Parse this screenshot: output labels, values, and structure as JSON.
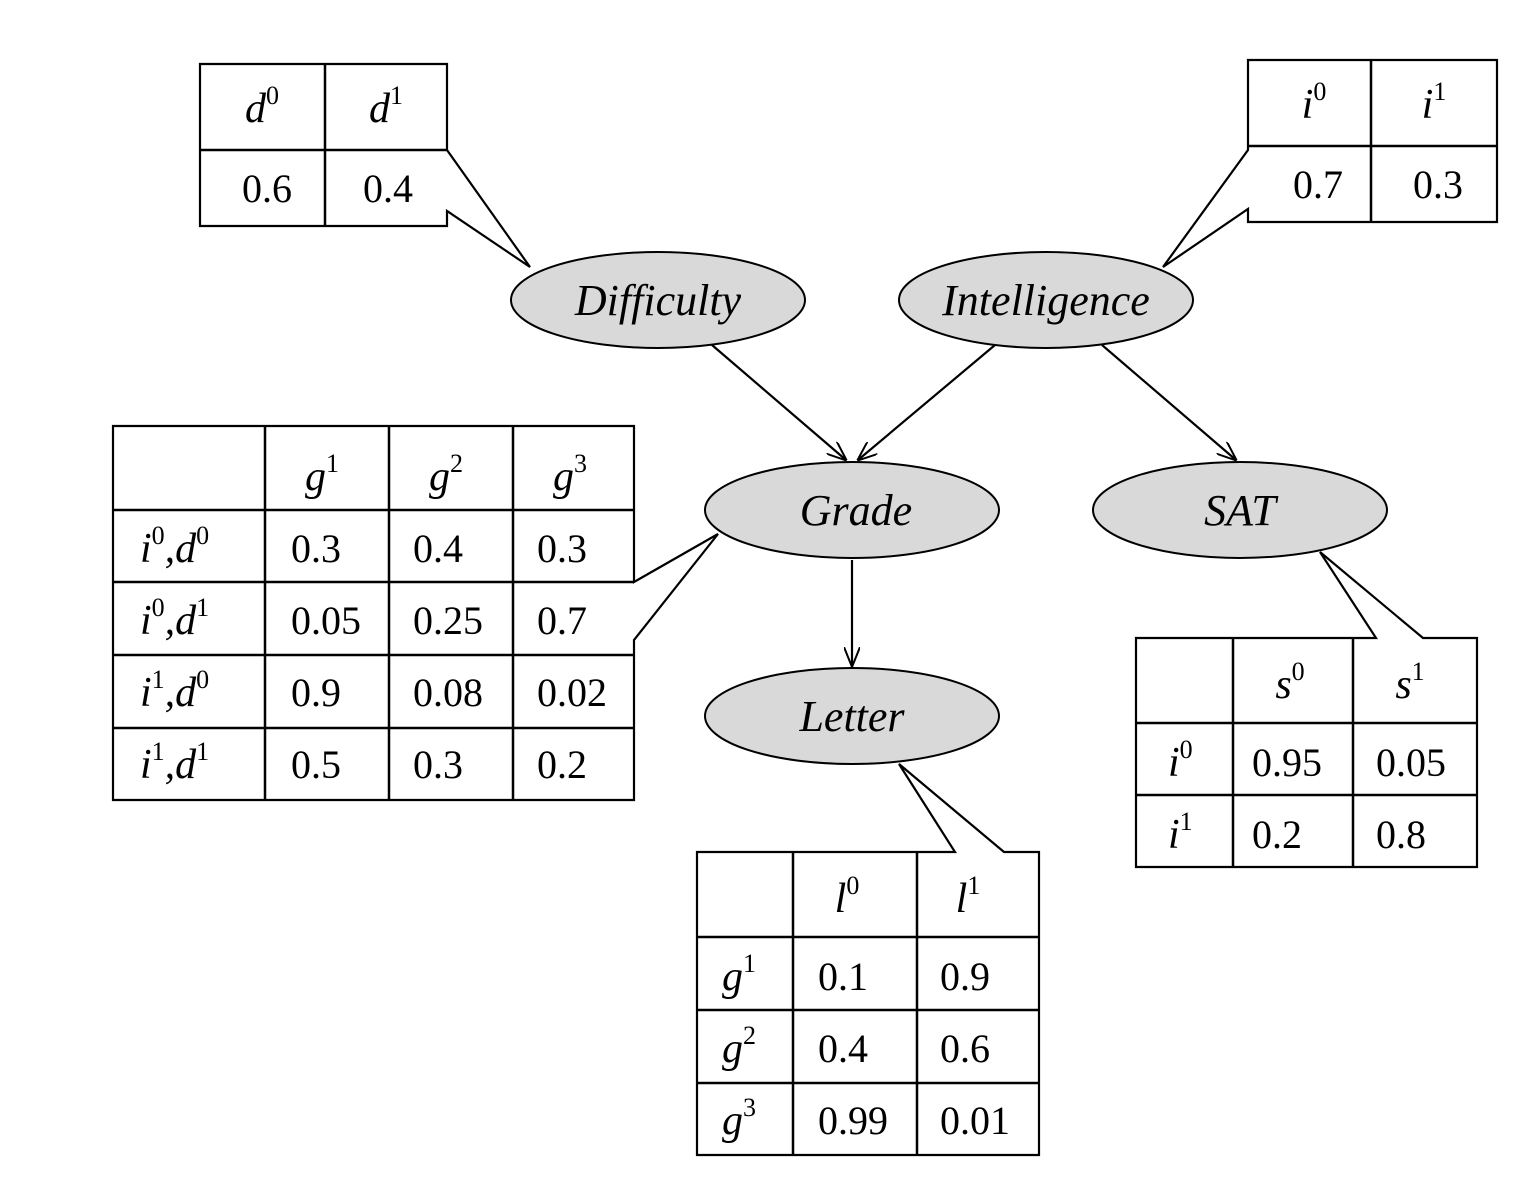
{
  "nodes": {
    "difficulty": "Difficulty",
    "intelligence": "Intelligence",
    "grade": "Grade",
    "sat": "SAT",
    "letter": "Letter"
  },
  "cpd_difficulty": {
    "headers": [
      {
        "v": "d",
        "s": "0"
      },
      {
        "v": "d",
        "s": "1"
      }
    ],
    "values": [
      "0.6",
      "0.4"
    ]
  },
  "cpd_intelligence": {
    "headers": [
      {
        "v": "i",
        "s": "0"
      },
      {
        "v": "i",
        "s": "1"
      }
    ],
    "values": [
      "0.7",
      "0.3"
    ]
  },
  "cpd_grade": {
    "headers": [
      {
        "v": "g",
        "s": "1"
      },
      {
        "v": "g",
        "s": "2"
      },
      {
        "v": "g",
        "s": "3"
      }
    ],
    "rows": [
      {
        "label": [
          {
            "v": "i",
            "s": "0"
          },
          {
            "v": "d",
            "s": "0"
          }
        ],
        "values": [
          "0.3",
          "0.4",
          "0.3"
        ]
      },
      {
        "label": [
          {
            "v": "i",
            "s": "0"
          },
          {
            "v": "d",
            "s": "1"
          }
        ],
        "values": [
          "0.05",
          "0.25",
          "0.7"
        ]
      },
      {
        "label": [
          {
            "v": "i",
            "s": "1"
          },
          {
            "v": "d",
            "s": "0"
          }
        ],
        "values": [
          "0.9",
          "0.08",
          "0.02"
        ]
      },
      {
        "label": [
          {
            "v": "i",
            "s": "1"
          },
          {
            "v": "d",
            "s": "1"
          }
        ],
        "values": [
          "0.5",
          "0.3",
          "0.2"
        ]
      }
    ]
  },
  "cpd_sat": {
    "headers": [
      {
        "v": "s",
        "s": "0"
      },
      {
        "v": "s",
        "s": "1"
      }
    ],
    "rows": [
      {
        "label": [
          {
            "v": "i",
            "s": "0"
          }
        ],
        "values": [
          "0.95",
          "0.05"
        ]
      },
      {
        "label": [
          {
            "v": "i",
            "s": "1"
          }
        ],
        "values": [
          "0.2",
          "0.8"
        ]
      }
    ]
  },
  "cpd_letter": {
    "headers": [
      {
        "v": "l",
        "s": "0"
      },
      {
        "v": "l",
        "s": "1"
      }
    ],
    "rows": [
      {
        "label": [
          {
            "v": "g",
            "s": "1"
          }
        ],
        "values": [
          "0.1",
          "0.9"
        ]
      },
      {
        "label": [
          {
            "v": "g",
            "s": "2"
          }
        ],
        "values": [
          "0.4",
          "0.6"
        ]
      },
      {
        "label": [
          {
            "v": "g",
            "s": "3"
          }
        ],
        "values": [
          "0.99",
          "0.01"
        ]
      }
    ]
  }
}
